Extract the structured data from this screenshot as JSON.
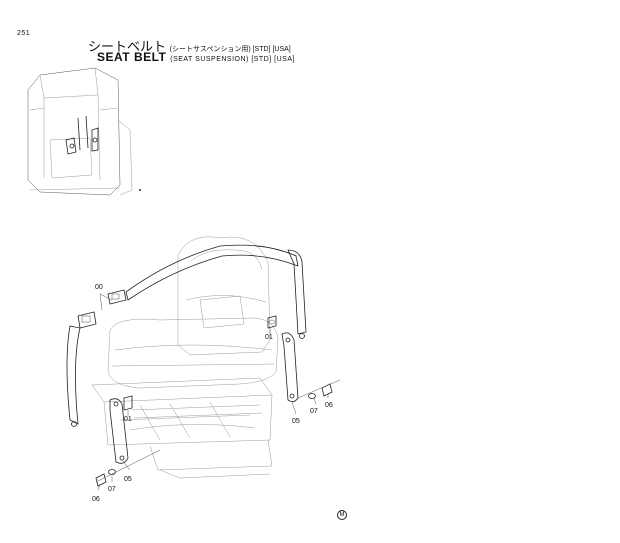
{
  "header": {
    "page_number": "251",
    "title_jp": "シートベルト",
    "title_jp_sub": "(シートサスペンション用) [STD] [USA]",
    "title_en": "SEAT BELT",
    "title_en_sub": "(SEAT SUSPENSION) [STD] [USA]"
  },
  "callouts": {
    "c00": "00",
    "c01_right": "01",
    "c01_left": "01",
    "c05_right": "05",
    "c05_left": "05",
    "c06_right": "06",
    "c06_left": "06",
    "c07_right": "07",
    "c07_left": "07"
  },
  "footer": {
    "mark": "M"
  }
}
